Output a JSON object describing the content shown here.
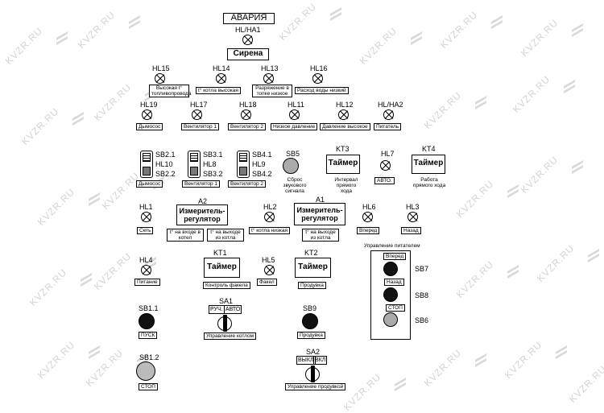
{
  "watermark": "KVZR.RU",
  "title": "АВАРИЯ",
  "lamps": {
    "hl_ha1": "HL/HA1",
    "siren": "Сирена",
    "hl15": "HL15",
    "hl15_cap": "Высокая t° топливопровода",
    "hl14": "HL14",
    "hl14_cap": "t° котла высокая",
    "hl13": "HL13",
    "hl13_cap": "Разряжение в топке низкое",
    "hl16": "HL16",
    "hl16_cap": "Расход воды низкий",
    "hl19": "HL19",
    "hl19_cap": "Дымосос",
    "hl17": "HL17",
    "hl17_cap": "Вентилятор 1",
    "hl18": "HL18",
    "hl18_cap": "Вентилятор 2",
    "hl11": "HL11",
    "hl11_cap": "Низкое давление",
    "hl12": "HL12",
    "hl12_cap": "Давление высокое",
    "hl_ha2": "HL/HA2",
    "hl_ha2_cap": "Питатель"
  },
  "switches": {
    "sb21": "SB2.1",
    "hl10": "HL10",
    "sb22": "SB2.2",
    "cap1": "Дымосос",
    "sb31": "SB3.1",
    "hl8": "HL8",
    "sb32": "SB3.2",
    "cap2": "Вентилятор 1",
    "sb41": "SB4.1",
    "hl9": "HL9",
    "sb42": "SB4.2",
    "cap3": "Вентилятор 2",
    "sb5": "SB5",
    "sb5_cap": "Сброс звукового сигнала",
    "kt3": "KT3",
    "kt3_box": "Таймер",
    "kt3_cap": "Интервал прямого хода",
    "hl7": "HL7",
    "hl7_cap": "АВТО.",
    "kt4": "KT4",
    "kt4_box": "Таймер",
    "kt4_cap": "Работа прямого хода"
  },
  "row3": {
    "hl1": "HL1",
    "hl1_cap": "Сеть",
    "a2": "A2",
    "a2_box": "Измеритель- регулятор",
    "a2_cap1": "t° на входе в котел",
    "a2_cap2": "t° на выходе из котла",
    "hl2": "HL2",
    "hl2_cap": "t° котла низкая",
    "a1": "A1",
    "a1_box": "Измеритель- регулятор",
    "a1_cap": "t° на выходе из котла",
    "hl6": "HL6",
    "hl6_cap": "Вперед",
    "hl3": "HL3",
    "hl3_cap": "Назад"
  },
  "row4": {
    "hl4": "HL4",
    "hl4_cap": "Питание",
    "kt1": "KT1",
    "kt1_box": "Таймер",
    "kt1_cap": "Контроль факела",
    "hl5": "HL5",
    "hl5_cap": "Факел",
    "kt2": "KT2",
    "kt2_box": "Таймер",
    "kt2_cap": "Продувка"
  },
  "panel": {
    "title": "Управление питателем",
    "sb7": "SB7",
    "sb7_cap": "Вперед",
    "sb8": "SB8",
    "sb8_cap": "Назад",
    "sb6": "SB6",
    "sb6_cap": "СТОП"
  },
  "bottom": {
    "sb11": "SB1.1",
    "sb11_cap": "ПУСК",
    "sa1": "SA1",
    "sa1_l": "РУЧ.",
    "sa1_r": "АВТО",
    "sa1_cap": "Управление котлом",
    "sb9": "SB9",
    "sb9_cap": "Продувка",
    "sb12": "SB1.2",
    "sb12_cap": "СТОП",
    "sa2": "SA2",
    "sa2_l": "ВЫКЛ",
    "sa2_r": "ВКЛ",
    "sa2_cap": "Управление продувкой"
  }
}
